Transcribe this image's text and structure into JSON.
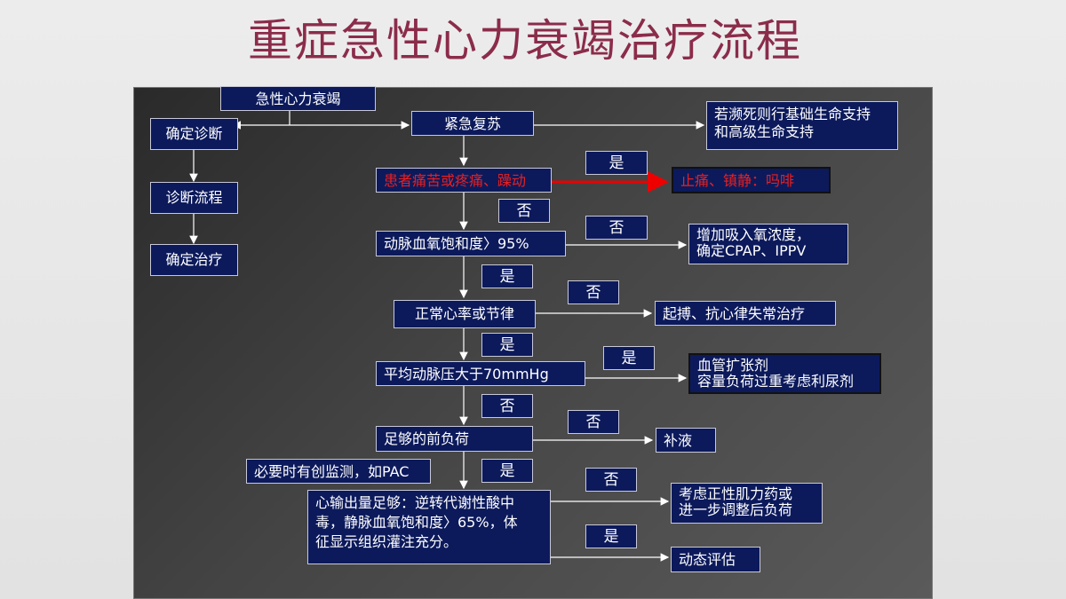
{
  "title": "重症急性心力衰竭治疗流程",
  "nodes": {
    "ahf": "急性心力衰竭",
    "confirm_diag": "确定诊断",
    "emergency": "紧急复苏",
    "arrest": "若濒死则行基础生命支持\n和高级生命支持",
    "diag_flow": "诊断流程",
    "confirm_treat": "确定治疗",
    "pain": "患者痛苦或疼痛、躁动",
    "sedation": "止痛、镇静：吗啡",
    "sao2": "动脉血氧饱和度〉95%",
    "oxygen": "增加吸入氧浓度，\n确定CPAP、IPPV",
    "rhythm": "正常心率或节律",
    "pacing": "起搏、抗心律失常治疗",
    "map": "平均动脉压大于70mmHg",
    "vaso": "血管扩张剂\n容量负荷过重考虑利尿剂",
    "preload": "足够的前负荷",
    "fluid": "补液",
    "monitor": "必要时有创监测，如PAC",
    "output": "心输出量足够：逆转代谢性酸中\n毒，静脉血氧饱和度〉65%，体\n征显示组织灌注充分。",
    "inotrope": "考虑正性肌力药或\n进一步调整后负荷",
    "dynamic": "动态评估"
  },
  "labels": {
    "yes1": "是",
    "no1": "否",
    "no2": "否",
    "yes2": "是",
    "no3": "否",
    "yes3": "是",
    "yes4": "是",
    "no4": "否",
    "no5": "否",
    "yes5": "是",
    "no6": "否",
    "yes6": "是"
  },
  "colors": {
    "title": "#8b2c4a",
    "box_fill": "#0c1a5c",
    "alert": "#e82020"
  }
}
